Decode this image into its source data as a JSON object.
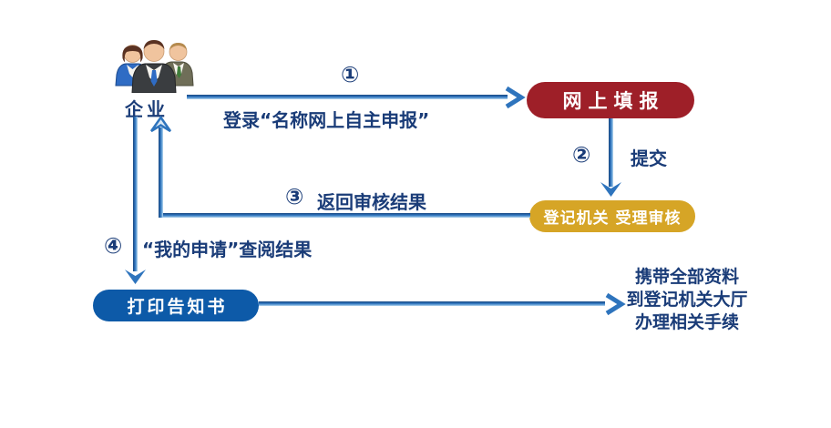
{
  "diagram": {
    "title_implicit": "企业名称网上自主申报流程",
    "colors": {
      "text_navy": "#1a3c78",
      "arrow_blue": "#2e74bd",
      "box_red": "#9e1f28",
      "box_gold": "#d6a526",
      "box_blue": "#0d5aa8"
    },
    "enterprise": {
      "label": "企业",
      "icon": "business-people-group-icon"
    },
    "boxes": {
      "online_fill": "网上填报",
      "registry_review": "登记机关 受理审核",
      "print_notice": "打印告知书"
    },
    "steps": {
      "s1": {
        "num": "①",
        "label": "登录“名称网上自主申报”"
      },
      "s2": {
        "num": "②",
        "label": "提交"
      },
      "s3": {
        "num": "③",
        "label": "返回审核结果"
      },
      "s4": {
        "num": "④",
        "label": "“我的申请”查阅结果"
      }
    },
    "final_note": {
      "line1": "携带全部资料",
      "line2": "到登记机关大厅",
      "line3": "办理相关手续"
    }
  }
}
